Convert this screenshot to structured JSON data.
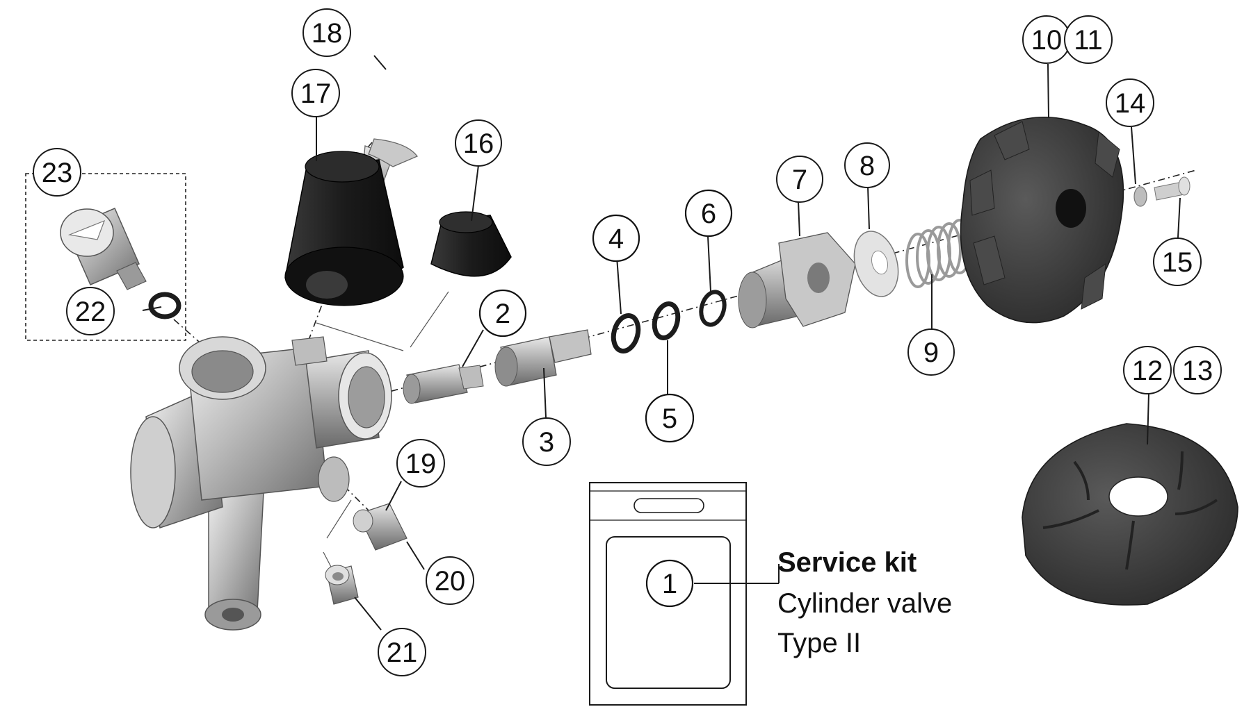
{
  "diagram": {
    "colors": {
      "kit_highlight": "#8dc21f",
      "rubber": "#1e1e1e",
      "knob": "#3a3a3a",
      "metal": "#b5b5b5"
    },
    "callouts": [
      {
        "id": "1",
        "label": "1",
        "kit": true
      },
      {
        "id": "2",
        "label": "2",
        "kit": true
      },
      {
        "id": "3",
        "label": "3",
        "kit": false
      },
      {
        "id": "4",
        "label": "4",
        "kit": true
      },
      {
        "id": "5",
        "label": "5",
        "kit": true
      },
      {
        "id": "6",
        "label": "6",
        "kit": true
      },
      {
        "id": "7",
        "label": "7",
        "kit": false
      },
      {
        "id": "8",
        "label": "8",
        "kit": false
      },
      {
        "id": "9",
        "label": "9",
        "kit": false
      },
      {
        "id": "10",
        "label": "10",
        "kit": false
      },
      {
        "id": "11",
        "label": "11",
        "kit": false
      },
      {
        "id": "12",
        "label": "12",
        "kit": false
      },
      {
        "id": "13",
        "label": "13",
        "kit": false
      },
      {
        "id": "14",
        "label": "14",
        "kit": false
      },
      {
        "id": "15",
        "label": "15",
        "kit": false
      },
      {
        "id": "16",
        "label": "16",
        "kit": false
      },
      {
        "id": "17",
        "label": "17",
        "kit": false
      },
      {
        "id": "18",
        "label": "18",
        "kit": false
      },
      {
        "id": "19",
        "label": "19",
        "kit": false
      },
      {
        "id": "20",
        "label": "20",
        "kit": false
      },
      {
        "id": "21",
        "label": "21",
        "kit": false
      },
      {
        "id": "22",
        "label": "22",
        "kit": false
      },
      {
        "id": "23",
        "label": "23",
        "kit": false
      }
    ],
    "service_kit": {
      "title": "Service kit",
      "line1": "Cylinder valve",
      "line2": "Type II"
    }
  }
}
